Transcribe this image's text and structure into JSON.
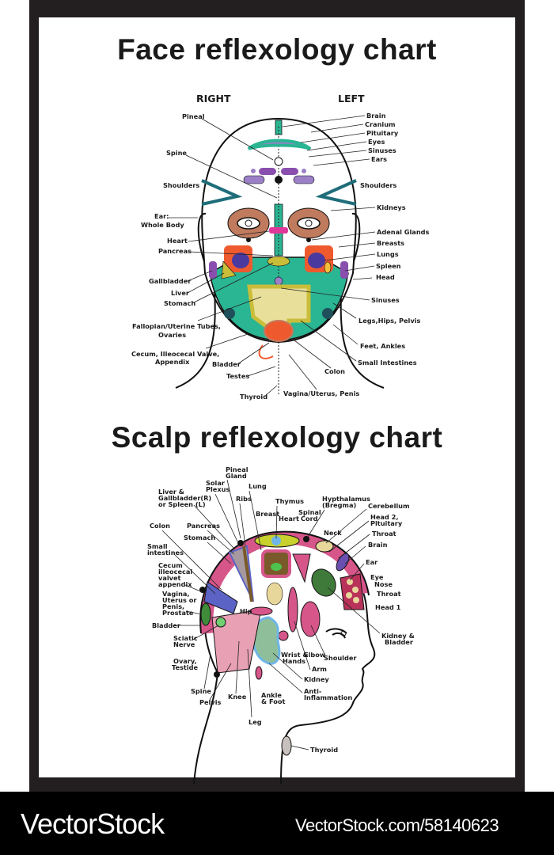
{
  "face_chart": {
    "title": "Face reflexology chart",
    "side_labels": {
      "right": "RIGHT",
      "left": "LEFT"
    },
    "left_labels": [
      "Pineal",
      "Spine",
      "Shoulders",
      "Ear:",
      "Whole Body",
      "Heart",
      "Pancreas",
      "Gallbladder",
      "Liver",
      "Stomach",
      "Fallopian/Uterine Tubes,",
      "Ovaries",
      "Cecum, Illeocecal Valve,",
      "Appendix",
      "Bladder",
      "Testes",
      "Thyroid"
    ],
    "right_labels": [
      "Brain",
      "Cranium",
      "Pituitary",
      "Eyes",
      "Sinuses",
      "Ears",
      "Shoulders",
      "Kidneys",
      "Adenal Glands",
      "Breasts",
      "Lungs",
      "Spleen",
      "Head",
      "Sinuses",
      "Legs,Hips, Pelvis",
      "Feet, Ankles",
      "Small Intestines",
      "Colon",
      "Vagina/Uterus, Penis"
    ]
  },
  "scalp_chart": {
    "title": "Scalp reflexology chart",
    "labels": [
      "Pineal",
      "Gland",
      "Solar",
      "Plexus",
      "Lung",
      "Liver &",
      "Gallbladder(R)",
      "or Spleen (L)",
      "Ribs",
      "Thymus",
      "Breast",
      "Heart",
      "Spinal",
      "Cord",
      "Hypthalamus",
      "(Bregma)",
      "Cerebellum",
      "Head 2,",
      "Pituitary",
      "Colon",
      "Pancreas",
      "Stomach",
      "Neck",
      "Throat",
      "Brain",
      "Small",
      "intestines",
      "Cecum",
      "illeocecal",
      "valvet",
      "appendix",
      "Ear",
      "Eye",
      "Nose",
      "Throat",
      "Head 1",
      "Vagina,",
      "Uterus or",
      "Penis,",
      "Prostate",
      "Hip",
      "Bladder",
      "Sciatic",
      "Nerve",
      "Kidney &",
      "Bladder",
      "Wrist &",
      "Hands",
      "Elbow",
      "Shoulder",
      "Ovary,",
      "Testide",
      "Arm",
      "Kidney",
      "Spine",
      "Pelvis",
      "Knee",
      "Ankle",
      "& Foot",
      "Anti-",
      "Inflammation",
      "Leg",
      "Thyroid"
    ]
  },
  "footer": {
    "brand": "VectorStock",
    "url": "VectorStock.com/58140623"
  },
  "colors": {
    "frame": "#231f20",
    "teal": "#2ab593",
    "purple": "#8a4fae",
    "lavender": "#9b7fc7",
    "brown": "#c07a5e",
    "orange": "#ee5a2e",
    "olive": "#c9bd3a",
    "dark_teal": "#1f6d7a",
    "pink": "#d6568a",
    "magenta": "#e0389a",
    "green": "#3f8b3a",
    "blue": "#5b63c4"
  }
}
